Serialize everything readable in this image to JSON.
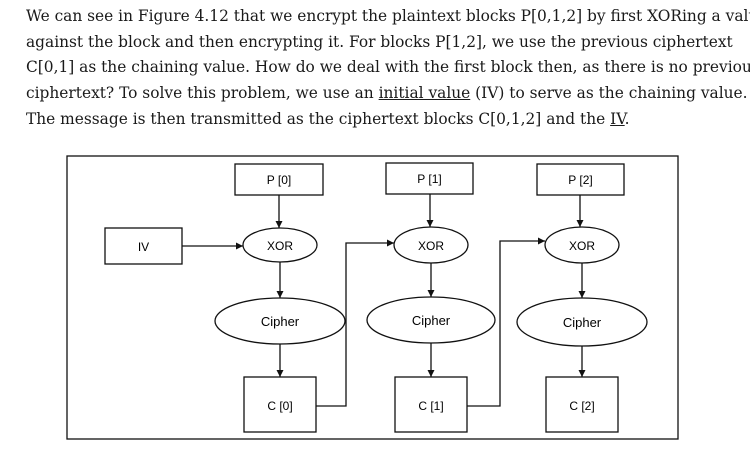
{
  "paragraph": {
    "line1": "We can see in Figure 4.12 that we encrypt the plaintext blocks P[0,1,2] by first XORing a value",
    "line2": "against the block and then encrypting it. For blocks P[1,2], we use the previous ciphertext",
    "line3": "C[0,1] as the chaining value. How do we deal with the first block then, as there is no previous",
    "line4_a": "ciphertext? To solve this problem, we use an ",
    "line4_link": "initial value",
    "line4_b": " (IV) to serve as the chaining value.",
    "line5_a": "The message is then transmitted as the ciphertext blocks C[0,1,2] and the ",
    "line5_u": "IV",
    "line5_b": "."
  },
  "diagram": {
    "iv_label": "IV",
    "xor_label": "XOR",
    "cipher_label": "Cipher",
    "plaintext_labels": [
      "P [0]",
      "P [1]",
      "P [2]"
    ],
    "ciphertext_labels": [
      "C [0]",
      "C [1]",
      "C [2]"
    ]
  }
}
